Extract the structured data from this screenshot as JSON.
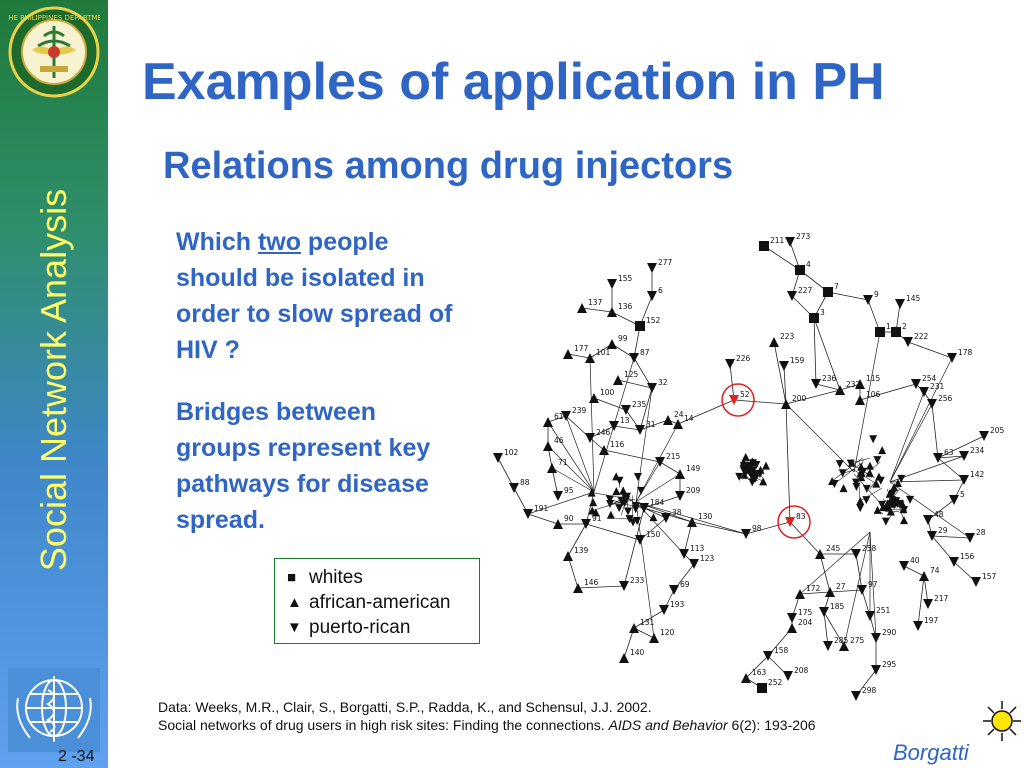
{
  "sidebar": {
    "title": "Social Network Analysis",
    "seal_text": "REPUBLIC OF THE PHILIPPINES DEPARTMENT OF HEALTH",
    "slide_number": "2 -34"
  },
  "slide": {
    "title": "Examples of application in PH",
    "subtitle": "Relations among drug injectors",
    "question_before": "Which ",
    "question_emph": "two",
    "question_after": " people should be isolated in order to slow spread of HIV ?",
    "bridges_text": "Bridges between groups represent key pathways for disease spread."
  },
  "legend": [
    {
      "symbol": "■",
      "label": "whites"
    },
    {
      "symbol": "▲",
      "label": "african-american"
    },
    {
      "symbol": "▼",
      "label": "puerto-rican"
    }
  ],
  "network": {
    "highlighted_nodes": [
      "52",
      "83"
    ],
    "highlight_color": "#e02020",
    "nodes": [
      {
        "id": "211",
        "s": "sq"
      },
      {
        "id": "273",
        "s": "dn"
      },
      {
        "id": "4",
        "s": "sq"
      },
      {
        "id": "227",
        "s": "dn"
      },
      {
        "id": "7",
        "s": "sq"
      },
      {
        "id": "9",
        "s": "dn"
      },
      {
        "id": "145",
        "s": "dn"
      },
      {
        "id": "3",
        "s": "sq"
      },
      {
        "id": "1",
        "s": "sq"
      },
      {
        "id": "2",
        "s": "sq"
      },
      {
        "id": "222",
        "s": "dn"
      },
      {
        "id": "178",
        "s": "dn"
      },
      {
        "id": "223",
        "s": "up"
      },
      {
        "id": "226",
        "s": "dn"
      },
      {
        "id": "52",
        "s": "dn"
      },
      {
        "id": "159",
        "s": "dn"
      },
      {
        "id": "200",
        "s": "up"
      },
      {
        "id": "236",
        "s": "dn"
      },
      {
        "id": "232",
        "s": "up"
      },
      {
        "id": "115",
        "s": "up"
      },
      {
        "id": "106",
        "s": "up"
      },
      {
        "id": "254",
        "s": "dn"
      },
      {
        "id": "231",
        "s": "dn"
      },
      {
        "id": "256",
        "s": "dn"
      },
      {
        "id": "205",
        "s": "dn"
      },
      {
        "id": "63",
        "s": "dn"
      },
      {
        "id": "234",
        "s": "dn"
      },
      {
        "id": "142",
        "s": "dn"
      },
      {
        "id": "5",
        "s": "dn"
      },
      {
        "id": "48",
        "s": "dn"
      },
      {
        "id": "29",
        "s": "dn"
      },
      {
        "id": "28",
        "s": "dn"
      },
      {
        "id": "156",
        "s": "dn"
      },
      {
        "id": "157",
        "s": "dn"
      },
      {
        "id": "74",
        "s": "up"
      },
      {
        "id": "217",
        "s": "dn"
      },
      {
        "id": "197",
        "s": "dn"
      },
      {
        "id": "40",
        "s": "dn"
      },
      {
        "id": "83",
        "s": "dn"
      },
      {
        "id": "245",
        "s": "up"
      },
      {
        "id": "258",
        "s": "dn"
      },
      {
        "id": "27",
        "s": "up"
      },
      {
        "id": "97",
        "s": "dn"
      },
      {
        "id": "172",
        "s": "up"
      },
      {
        "id": "185",
        "s": "dn"
      },
      {
        "id": "251",
        "s": "dn"
      },
      {
        "id": "175",
        "s": "dn"
      },
      {
        "id": "204",
        "s": "up"
      },
      {
        "id": "285",
        "s": "dn"
      },
      {
        "id": "275",
        "s": "up"
      },
      {
        "id": "290",
        "s": "dn"
      },
      {
        "id": "295",
        "s": "dn"
      },
      {
        "id": "298",
        "s": "dn"
      },
      {
        "id": "158",
        "s": "dn"
      },
      {
        "id": "208",
        "s": "dn"
      },
      {
        "id": "163",
        "s": "up"
      },
      {
        "id": "252",
        "s": "sq"
      },
      {
        "id": "98",
        "s": "dn"
      },
      {
        "id": "130",
        "s": "up"
      },
      {
        "id": "113",
        "s": "dn"
      },
      {
        "id": "123",
        "s": "dn"
      },
      {
        "id": "69",
        "s": "dn"
      },
      {
        "id": "193",
        "s": "dn"
      },
      {
        "id": "131",
        "s": "up"
      },
      {
        "id": "120",
        "s": "up"
      },
      {
        "id": "140",
        "s": "up"
      },
      {
        "id": "233",
        "s": "dn"
      },
      {
        "id": "146",
        "s": "up"
      },
      {
        "id": "139",
        "s": "up"
      },
      {
        "id": "91",
        "s": "dn"
      },
      {
        "id": "90",
        "s": "up"
      },
      {
        "id": "191",
        "s": "dn"
      },
      {
        "id": "88",
        "s": "dn"
      },
      {
        "id": "102",
        "s": "dn"
      },
      {
        "id": "95",
        "s": "dn"
      },
      {
        "id": "71",
        "s": "up"
      },
      {
        "id": "46",
        "s": "up"
      },
      {
        "id": "61",
        "s": "up"
      },
      {
        "id": "239",
        "s": "dn"
      },
      {
        "id": "246",
        "s": "dn"
      },
      {
        "id": "116",
        "s": "up"
      },
      {
        "id": "13",
        "s": "dn"
      },
      {
        "id": "31",
        "s": "dn"
      },
      {
        "id": "24",
        "s": "up"
      },
      {
        "id": "14",
        "s": "up"
      },
      {
        "id": "100",
        "s": "up"
      },
      {
        "id": "235",
        "s": "dn"
      },
      {
        "id": "125",
        "s": "up"
      },
      {
        "id": "32",
        "s": "dn"
      },
      {
        "id": "177",
        "s": "up"
      },
      {
        "id": "101",
        "s": "up"
      },
      {
        "id": "99",
        "s": "up"
      },
      {
        "id": "87",
        "s": "dn"
      },
      {
        "id": "137",
        "s": "up"
      },
      {
        "id": "155",
        "s": "dn"
      },
      {
        "id": "136",
        "s": "up"
      },
      {
        "id": "152",
        "s": "sq"
      },
      {
        "id": "277",
        "s": "dn"
      },
      {
        "id": "6",
        "s": "dn"
      },
      {
        "id": "149",
        "s": "up"
      },
      {
        "id": "209",
        "s": "dn"
      },
      {
        "id": "215",
        "s": "dn"
      },
      {
        "id": "184",
        "s": "dn"
      },
      {
        "id": "38",
        "s": "dn"
      },
      {
        "id": "150",
        "s": "dn"
      }
    ]
  }
}
